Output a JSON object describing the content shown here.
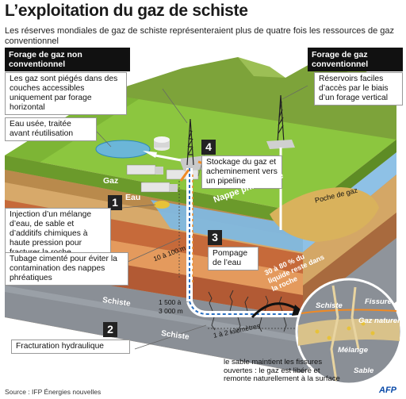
{
  "title": "L’exploitation du gaz de schiste",
  "subtitle": "Les réserves mondiales de gaz de schiste représenteraient plus de quatre fois les ressources de gaz conventionnel",
  "left_header": "Forage de gaz non conventionnel",
  "left_desc": "Les gaz sont piégés dans des couches accessibles uniquement par forage horizontal",
  "right_header": "Forage de gaz conventionnel",
  "right_desc": "Réservoirs faciles d’accès par le biais d’un forage vertical",
  "eau_usee": "Eau usée, traitée avant réutilisation",
  "label_gaz": "Gaz",
  "label_eau": "Eau",
  "step1": {
    "num": "1",
    "text": "Injection d’un mélange d’eau, de sable et d’additifs chimiques à haute pression pour fracturer la roche"
  },
  "tubage": "Tubage cimenté pour éviter la contamination des nappes phréatiques",
  "step2": {
    "num": "2",
    "text": "Fracturation hydraulique"
  },
  "step3": {
    "num": "3",
    "text": "Pompage de l’eau"
  },
  "step4": {
    "num": "4",
    "text": "Stockage du gaz et acheminement vers un pipeline"
  },
  "nappe": "Nappe phréatique",
  "poche": "Poche de gaz",
  "percent": "30 à 80 % du liquide reste dans la roche",
  "depth1": "10 à 100 m",
  "depth2": "1 500 à 3 000 m",
  "schiste_layer": "Schiste",
  "km": "1 à 2 kilomètres",
  "zoom": {
    "schiste": "Schiste",
    "fissure": "Fissure",
    "gaz_naturel": "Gaz naturel",
    "melange": "Mélange",
    "sable": "Sable"
  },
  "sable_note": "le sable maintient les fissures ouvertes : le gaz est libéré et remonte naturellement à la surface",
  "source": "Source : IFP Énergies nouvelles",
  "logo": "AFP",
  "colors": {
    "grass": "#8cc63f",
    "water": "#7fb8e0",
    "pipe": "#2a6fc0",
    "orange": "#f08a24",
    "shale": "#8a8f96"
  }
}
